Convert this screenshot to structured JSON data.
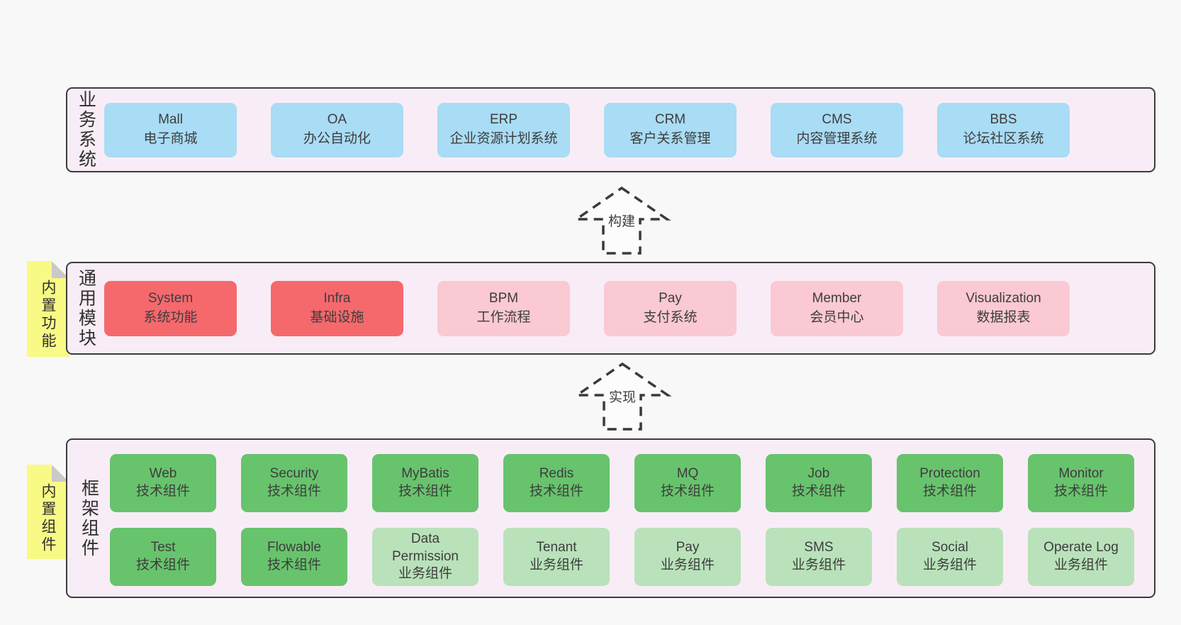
{
  "diagram": {
    "bands": [
      {
        "name": "business-systems",
        "side_label": "业务系统",
        "boxes": [
          {
            "title": "Mall",
            "subtitle": "电子商城",
            "variant": "blue"
          },
          {
            "title": "OA",
            "subtitle": "办公自动化",
            "variant": "blue"
          },
          {
            "title": "ERP",
            "subtitle": "企业资源计划系统",
            "variant": "blue"
          },
          {
            "title": "CRM",
            "subtitle": "客户关系管理",
            "variant": "blue"
          },
          {
            "title": "CMS",
            "subtitle": "内容管理系统",
            "variant": "blue"
          },
          {
            "title": "BBS",
            "subtitle": "论坛社区系统",
            "variant": "blue"
          }
        ]
      },
      {
        "name": "common-modules",
        "side_label": "通用模块",
        "sticky_note": "内置功能",
        "boxes": [
          {
            "title": "System",
            "subtitle": "系统功能",
            "variant": "red"
          },
          {
            "title": "Infra",
            "subtitle": "基础设施",
            "variant": "red"
          },
          {
            "title": "BPM",
            "subtitle": "工作流程",
            "variant": "pink"
          },
          {
            "title": "Pay",
            "subtitle": "支付系统",
            "variant": "pink"
          },
          {
            "title": "Member",
            "subtitle": "会员中心",
            "variant": "pink"
          },
          {
            "title": "Visualization",
            "subtitle": "数据报表",
            "variant": "pink"
          }
        ]
      },
      {
        "name": "framework-components",
        "side_label": "框架组件",
        "sticky_note": "内置组件",
        "rows": [
          [
            {
              "title": "Web",
              "subtitle": "技术组件",
              "variant": "green"
            },
            {
              "title": "Security",
              "subtitle": "技术组件",
              "variant": "green"
            },
            {
              "title": "MyBatis",
              "subtitle": "技术组件",
              "variant": "green"
            },
            {
              "title": "Redis",
              "subtitle": "技术组件",
              "variant": "green"
            },
            {
              "title": "MQ",
              "subtitle": "技术组件",
              "variant": "green"
            },
            {
              "title": "Job",
              "subtitle": "技术组件",
              "variant": "green"
            },
            {
              "title": "Protection",
              "subtitle": "技术组件",
              "variant": "green"
            },
            {
              "title": "Monitor",
              "subtitle": "技术组件",
              "variant": "green"
            }
          ],
          [
            {
              "title": "Test",
              "subtitle": "技术组件",
              "variant": "green"
            },
            {
              "title": "Flowable",
              "subtitle": "技术组件",
              "variant": "green"
            },
            {
              "title": "Data Permission",
              "subtitle": "业务组件",
              "variant": "green-light"
            },
            {
              "title": "Tenant",
              "subtitle": "业务组件",
              "variant": "green-light"
            },
            {
              "title": "Pay",
              "subtitle": "业务组件",
              "variant": "green-light"
            },
            {
              "title": "SMS",
              "subtitle": "业务组件",
              "variant": "green-light"
            },
            {
              "title": "Social",
              "subtitle": "业务组件",
              "variant": "green-light"
            },
            {
              "title": "Operate Log",
              "subtitle": "业务组件",
              "variant": "green-light"
            }
          ]
        ]
      }
    ],
    "arrows": [
      {
        "label": "构建"
      },
      {
        "label": "实现"
      }
    ],
    "colors": {
      "blue": "#a9dcf5",
      "red": "#f5696d",
      "pink": "#fac9d3",
      "green": "#68c36d",
      "green_light": "#b9e2ba",
      "band_bg": "#f8edf6",
      "band_border": "#3c3c3c",
      "note_bg": "#f9f985",
      "note_fold": "#c9c9c9",
      "text": "#3d3d3d",
      "page_bg": "#f8f8f8"
    }
  }
}
